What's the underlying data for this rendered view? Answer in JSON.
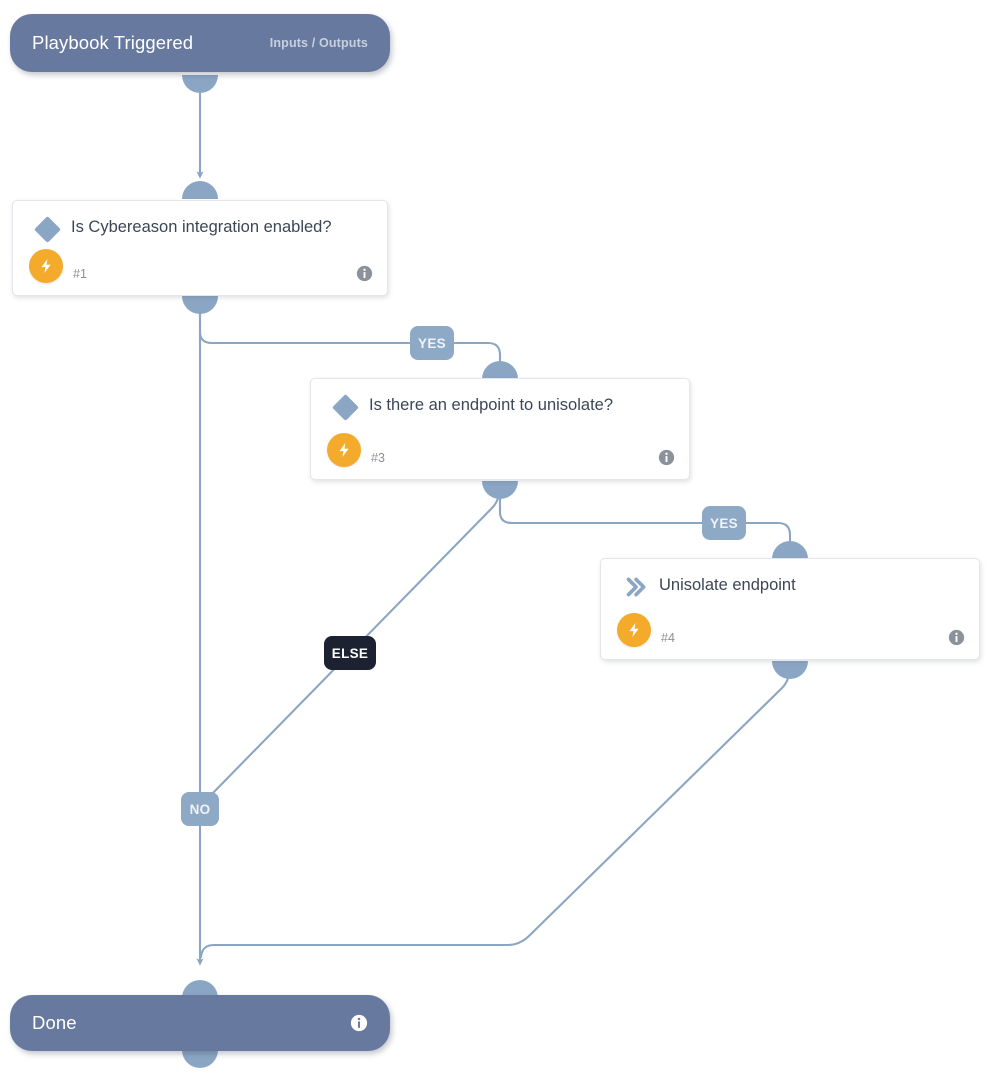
{
  "theme": {
    "background": "#ffffff",
    "node_fill": "#67799e",
    "edge_color": "#8ba6c4",
    "connector_fill": "#8ba6c4",
    "card_bg": "#ffffff",
    "bolt_badge": "#f4ab2b",
    "label_blue": "#8ea9c6",
    "label_dark": "#1c2231",
    "text_dark": "#3c4655",
    "text_muted": "#8b8f96"
  },
  "diagram": {
    "kind": "playbook-flowchart",
    "nodes": [
      {
        "id": "start",
        "type": "terminal",
        "title": "Playbook Triggered",
        "subtitle": "Inputs / Outputs",
        "icons": []
      },
      {
        "id": "n1",
        "type": "condition",
        "title": "Is Cybereason integration enabled?",
        "number": "#1",
        "icons": [
          "diamond-icon",
          "lightning-bolt-icon",
          "info-icon"
        ]
      },
      {
        "id": "n3",
        "type": "condition",
        "title": "Is there an endpoint to unisolate?",
        "number": "#3",
        "icons": [
          "diamond-icon",
          "lightning-bolt-icon",
          "info-icon"
        ]
      },
      {
        "id": "n4",
        "type": "action",
        "title": "Unisolate endpoint",
        "number": "#4",
        "icons": [
          "double-chevron-icon",
          "lightning-bolt-icon",
          "info-icon"
        ]
      },
      {
        "id": "done",
        "type": "terminal",
        "title": "Done",
        "subtitle": "",
        "icons": [
          "info-icon"
        ]
      }
    ],
    "edge_labels": [
      {
        "id": "yes-1",
        "text": "YES",
        "style": "blue",
        "from": "n1",
        "to": "n3"
      },
      {
        "id": "else-1",
        "text": "ELSE",
        "style": "dark",
        "from": "n3",
        "to": "done"
      },
      {
        "id": "yes-2",
        "text": "YES",
        "style": "blue",
        "from": "n3",
        "to": "n4"
      },
      {
        "id": "no-1",
        "text": "NO",
        "style": "blue",
        "from": "n1",
        "to": "done"
      }
    ]
  }
}
